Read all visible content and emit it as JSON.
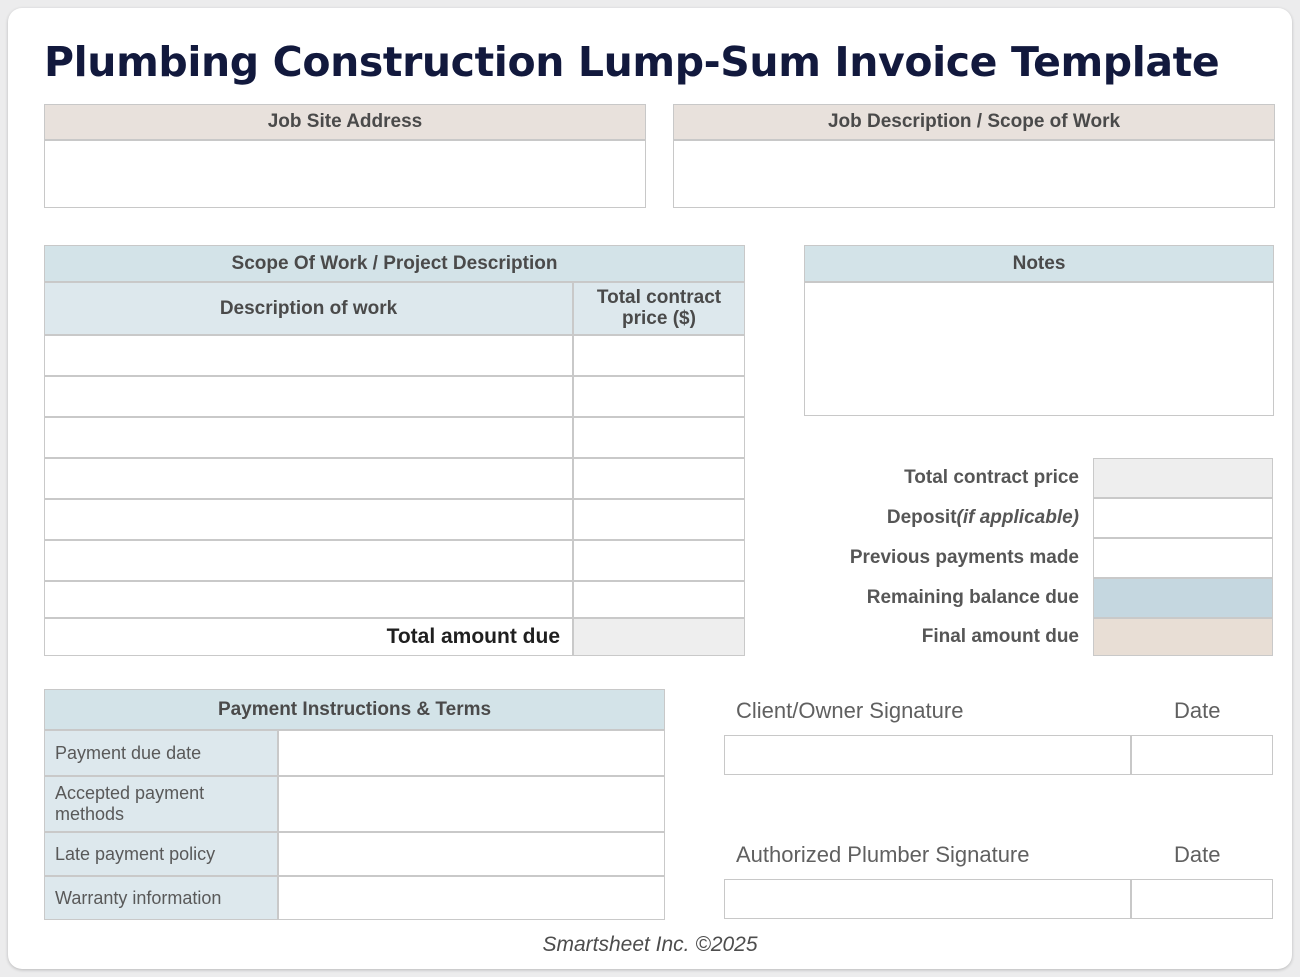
{
  "document": {
    "title": "Plumbing Construction Lump-Sum Invoice Template",
    "footer": "Smartsheet Inc. ©2025"
  },
  "colors": {
    "title_text": "#12193d",
    "beige_header": "#e8e1dc",
    "blue_header": "#d3e3e8",
    "blue_fill": "#c5d7e0",
    "beige_fill": "#e8ded5",
    "grey_fill": "#eeeeee",
    "border": "#c8c8c8",
    "page_bg": "#ececed"
  },
  "job_site": {
    "header": "Job Site Address",
    "value": ""
  },
  "job_description": {
    "header": "Job Description / Scope of Work",
    "value": ""
  },
  "scope_table": {
    "title": "Scope Of Work / Project Description",
    "columns": [
      "Description of work",
      "Total contract price ($)"
    ],
    "rows": [
      {
        "description": "",
        "price": ""
      },
      {
        "description": "",
        "price": ""
      },
      {
        "description": "",
        "price": ""
      },
      {
        "description": "",
        "price": ""
      },
      {
        "description": "",
        "price": ""
      },
      {
        "description": "",
        "price": ""
      },
      {
        "description": "",
        "price": ""
      }
    ],
    "total_label": "Total amount due",
    "total_value": ""
  },
  "notes": {
    "header": "Notes",
    "value": ""
  },
  "totals": {
    "rows": [
      {
        "label": "Total contract price",
        "label_italic": "",
        "value": "",
        "fill": "grey"
      },
      {
        "label": "Deposit ",
        "label_italic": "(if applicable)",
        "value": "",
        "fill": "white"
      },
      {
        "label": "Previous payments made",
        "label_italic": "",
        "value": "",
        "fill": "white"
      },
      {
        "label": "Remaining balance due",
        "label_italic": "",
        "value": "",
        "fill": "blue"
      },
      {
        "label": "Final amount due",
        "label_italic": "",
        "value": "",
        "fill": "beige"
      }
    ]
  },
  "payment_terms": {
    "title": "Payment Instructions & Terms",
    "rows": [
      {
        "label": "Payment due date",
        "value": ""
      },
      {
        "label": "Accepted payment methods",
        "value": ""
      },
      {
        "label": "Late payment policy",
        "value": ""
      },
      {
        "label": "Warranty information",
        "value": ""
      }
    ]
  },
  "signatures": [
    {
      "name_label": "Client/Owner Signature",
      "date_label": "Date",
      "name_value": "",
      "date_value": ""
    },
    {
      "name_label": "Authorized Plumber Signature",
      "date_label": "Date",
      "name_value": "",
      "date_value": ""
    }
  ]
}
